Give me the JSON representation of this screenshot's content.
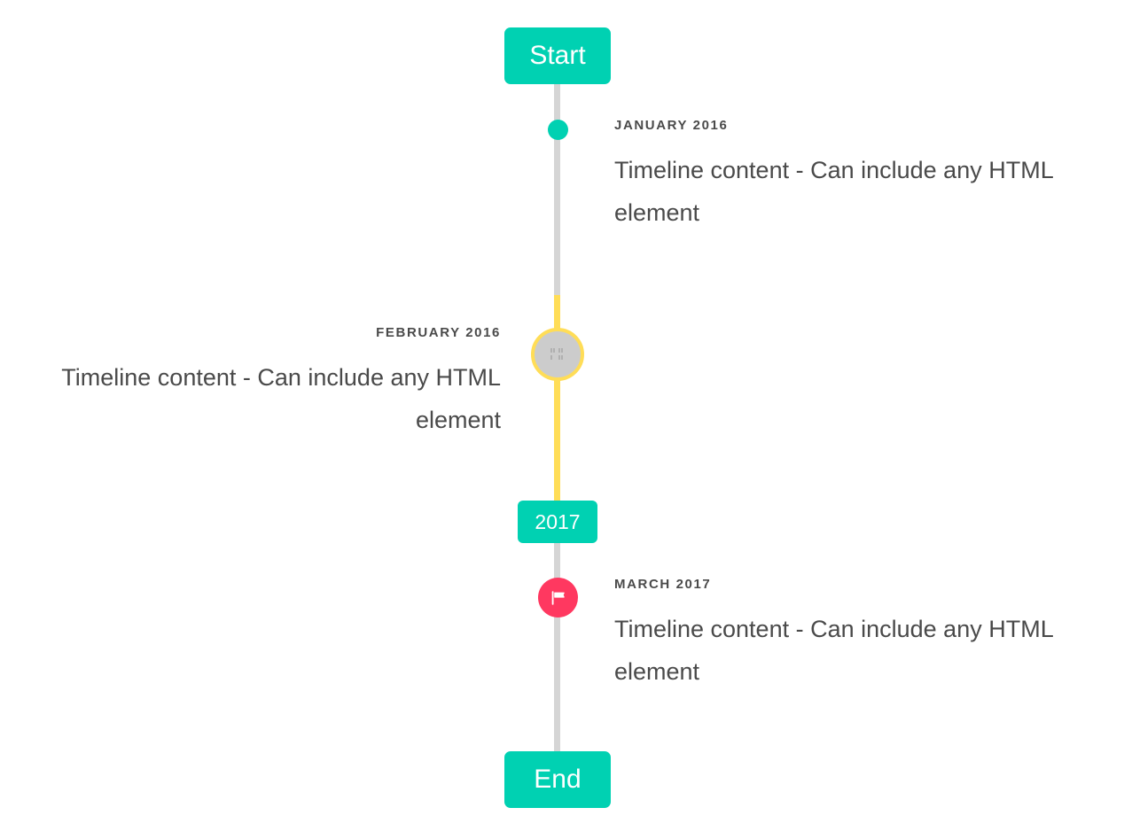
{
  "timeline": {
    "header_label": "Start",
    "footer_label": "End",
    "colors": {
      "primary": "#00d1b2",
      "warning": "#ffdd57",
      "danger": "#ff3860",
      "line": "#d5d5d5",
      "marker_gray": "#cccccc",
      "text": "#4a4a4a"
    },
    "divider": {
      "label": "2017"
    },
    "entries": [
      {
        "heading": "January 2016",
        "body": "Timeline content - Can include any HTML element",
        "side": "right",
        "marker": "dot-marker",
        "marker_color": "#00d1b2"
      },
      {
        "heading": "February 2016",
        "body": "Timeline content - Can include any HTML element",
        "side": "left",
        "marker": "image-marker",
        "marker_color": "#ffdd57"
      },
      {
        "heading": "March 2017",
        "body": "Timeline content - Can include any HTML element",
        "side": "right",
        "marker": "flag-icon",
        "marker_color": "#ff3860"
      }
    ]
  }
}
